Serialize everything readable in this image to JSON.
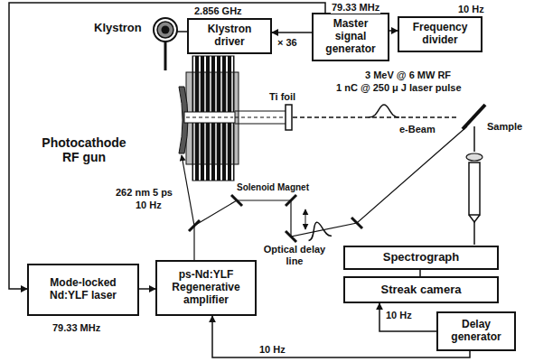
{
  "diagram": {
    "nodes": [
      {
        "text": [
          "Klystron driver"
        ]
      },
      {
        "text": [
          "Master signal generator"
        ]
      },
      {
        "text": [
          "Frequency divider"
        ]
      },
      {
        "text": [
          "Mode-locked Nd:YLF laser"
        ]
      },
      {
        "text": [
          "ps-Nd:YLF Regenerative amplifier"
        ]
      },
      {
        "text": [
          "Spectrograph"
        ]
      },
      {
        "text": [
          "Streak camera"
        ]
      },
      {
        "text": [
          "Delay generator"
        ]
      }
    ],
    "edges": [
      {
        "from": 1,
        "to": 0,
        "arrow": "to",
        "label": "× 36"
      },
      {
        "from": 1,
        "to": 2,
        "arrow": "to"
      },
      {
        "from": 1,
        "to": 3,
        "arrow": "to",
        "label": "79.33 MHz"
      },
      {
        "from": 3,
        "to": 4,
        "arrow": "to"
      },
      {
        "from": 7,
        "to": 6,
        "arrow": "to",
        "label": "10 Hz"
      },
      {
        "from": 7,
        "to": 4,
        "arrow": "to",
        "label": "10 Hz"
      },
      {
        "from": 5,
        "to": 6,
        "arrow": "none"
      }
    ],
    "labels": [
      "2.856 GHz",
      "10 Hz",
      "Klystron",
      "Photocathode RF gun",
      "Solenoid Magnet",
      "Ti foil",
      "3 MeV @ 6 MW RF",
      "1 nC @ 250 μ J laser pulse",
      "e-Beam",
      "Sample",
      "262 nm 5 ps",
      "10 Hz",
      "Optical delay line",
      "79.33 MHz"
    ]
  }
}
